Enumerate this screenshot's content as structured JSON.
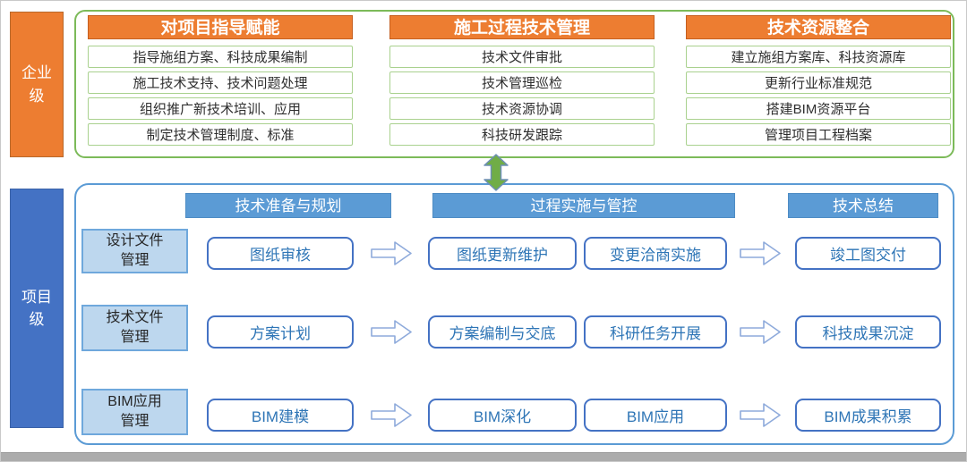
{
  "enterprise": {
    "level_label_lines": [
      "企业",
      "级"
    ],
    "columns": [
      {
        "header": "对项目指导赋能",
        "items": [
          "指导施组方案、科技成果编制",
          "施工技术支持、技术问题处理",
          "组织推广新技术培训、应用",
          "制定技术管理制度、标准"
        ]
      },
      {
        "header": "施工过程技术管理",
        "items": [
          "技术文件审批",
          "技术管理巡检",
          "技术资源协调",
          "科技研发跟踪"
        ]
      },
      {
        "header": "技术资源整合",
        "items": [
          "建立施组方案库、科技资源库",
          "更新行业标准规范",
          "搭建BIM资源平台",
          "管理项目工程档案"
        ]
      }
    ]
  },
  "project": {
    "level_label_lines": [
      "项目",
      "级"
    ],
    "phases": [
      "技术准备与规划",
      "过程实施与管控",
      "技术总结"
    ],
    "rows": [
      {
        "label_lines": [
          "设计文件",
          "管理"
        ],
        "boxes": [
          "图纸审核",
          "图纸更新维护",
          "变更洽商实施",
          "竣工图交付"
        ]
      },
      {
        "label_lines": [
          "技术文件",
          "管理"
        ],
        "boxes": [
          "方案计划",
          "方案编制与交底",
          "科研任务开展",
          "科技成果沉淀"
        ]
      },
      {
        "label_lines": [
          "BIM应用",
          "管理"
        ],
        "boxes": [
          "BIM建模",
          "BIM深化",
          "BIM应用",
          "BIM成果积累"
        ]
      }
    ]
  },
  "icons": {
    "up_down_arrow": "green-double-arrow",
    "flow_arrow": "right-block-arrow"
  },
  "colors": {
    "orange": "#ED7D31",
    "green_container_border": "#7CBA59",
    "item_green_border": "#A9D18E",
    "blue_header": "#5B9BD5",
    "dark_blue_label": "#4472C4",
    "light_blue_label": "#BDD7EE",
    "process_text_blue": "#2E75B6",
    "arrow_green_fill": "#70AD47"
  }
}
